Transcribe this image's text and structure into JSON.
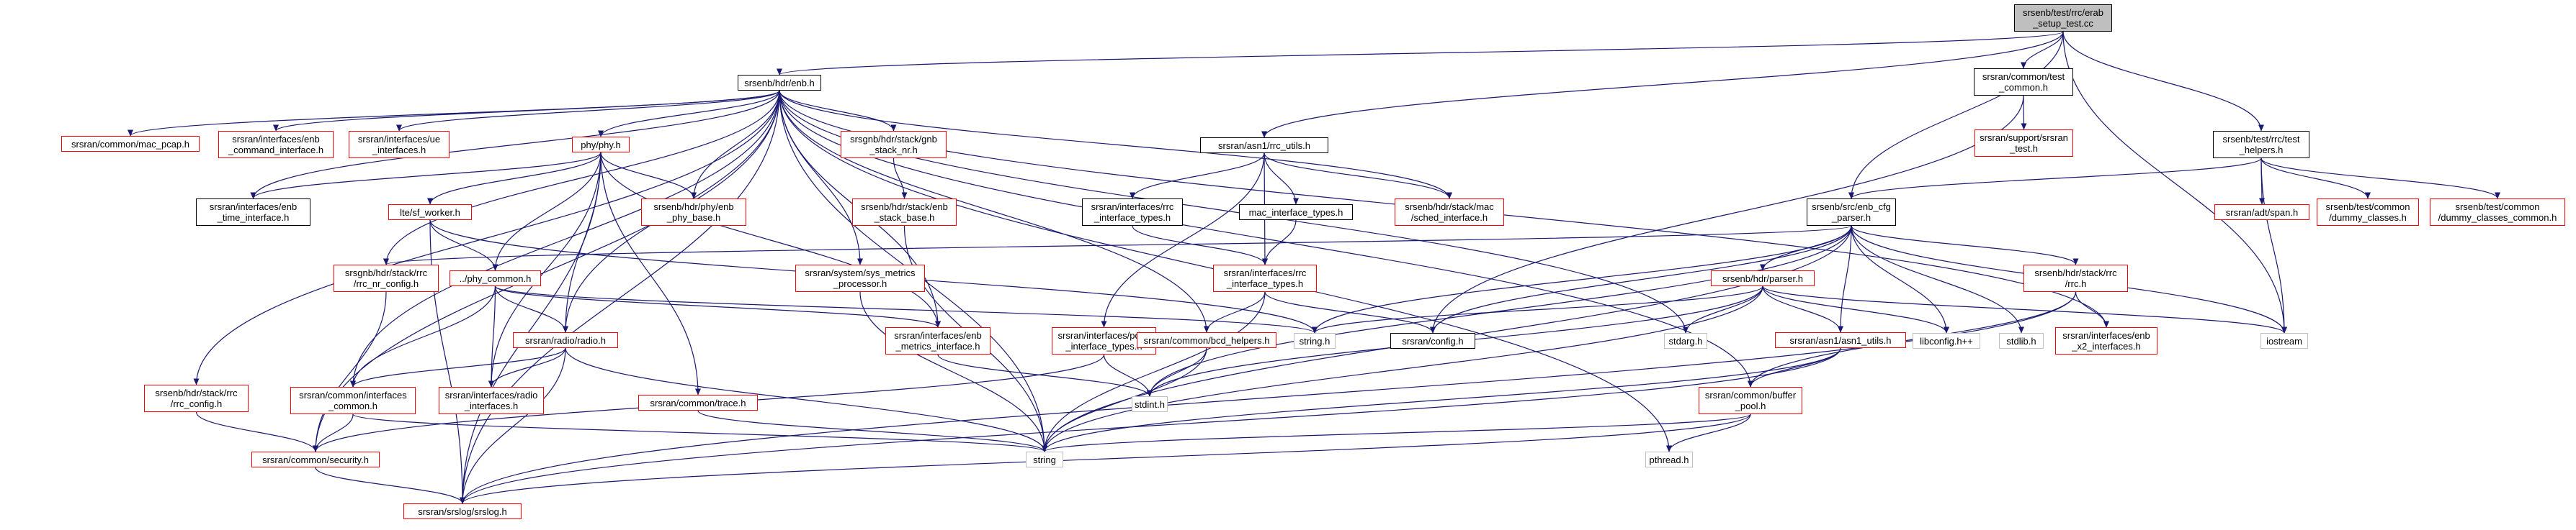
{
  "graph": {
    "colors": {
      "edge": "#191970",
      "border_linked": "#ff0000",
      "border_documented": "#000000",
      "border_system": "#bfbfbf",
      "root_fill": "#bfbfbf"
    },
    "nodes": [
      {
        "id": "root",
        "style": "root",
        "lines": [
          "srsenb/test/rrc/erab",
          "_setup_test.cc"
        ]
      },
      {
        "id": "enb",
        "style": "black",
        "lines": [
          "srsenb/hdr/enb.h"
        ]
      },
      {
        "id": "test_common",
        "style": "black",
        "lines": [
          "srsran/common/test",
          "_common.h"
        ]
      },
      {
        "id": "test_helpers",
        "style": "black",
        "lines": [
          "srsenb/test/rrc/test",
          "_helpers.h"
        ]
      },
      {
        "id": "mac_pcap",
        "style": "red",
        "lines": [
          "srsran/common/mac_pcap.h"
        ]
      },
      {
        "id": "enb_command",
        "style": "red",
        "lines": [
          "srsran/interfaces/enb",
          "_command_interface.h"
        ]
      },
      {
        "id": "ue_interfaces",
        "style": "red",
        "lines": [
          "srsran/interfaces/ue",
          "_interfaces.h"
        ]
      },
      {
        "id": "phy",
        "style": "red",
        "lines": [
          "phy/phy.h"
        ]
      },
      {
        "id": "gnb_stack_rr",
        "style": "red",
        "lines": [
          "srsgnb/hdr/stack/gnb",
          "_stack_nr.h"
        ]
      },
      {
        "id": "asn1_rrc_utils",
        "style": "black",
        "lines": [
          "srsran/asn1/rrc_utils.h"
        ]
      },
      {
        "id": "srsran_test",
        "style": "red",
        "lines": [
          "srsran/support/srsran",
          "_test.h"
        ]
      },
      {
        "id": "enb_time",
        "style": "black",
        "lines": [
          "srsran/interfaces/enb",
          "_time_interface.h"
        ]
      },
      {
        "id": "enb_phy_base",
        "style": "red",
        "lines": [
          "srsenb/hdr/phy/enb",
          "_phy_base.h"
        ]
      },
      {
        "id": "enb_stack_base",
        "style": "red",
        "lines": [
          "srsenb/hdr/stack/enb",
          "_stack_base.h"
        ]
      },
      {
        "id": "rrc_interface_types_if",
        "style": "black",
        "lines": [
          "srsran/interfaces/rrc",
          "_interface_types.h"
        ]
      },
      {
        "id": "mac_interface_types",
        "style": "black",
        "lines": [
          "mac_interface_types.h"
        ]
      },
      {
        "id": "sched_interface",
        "style": "red",
        "lines": [
          "srsenb/hdr/stack/mac",
          "/sched_interface.h"
        ]
      },
      {
        "id": "enb_cfg_parser",
        "style": "black",
        "lines": [
          "srsenb/src/enb_cfg",
          "_parser.h"
        ]
      },
      {
        "id": "adt_span",
        "style": "red",
        "lines": [
          "srsran/adt/span.h"
        ]
      },
      {
        "id": "dummy_classes",
        "style": "red",
        "lines": [
          "srsenb/test/common",
          "/dummy_classes.h"
        ]
      },
      {
        "id": "dummy_classes_common",
        "style": "red",
        "lines": [
          "srsenb/test/common",
          "/dummy_classes_common.h"
        ]
      },
      {
        "id": "sf_worker",
        "style": "red",
        "lines": [
          "lte/sf_worker.h"
        ]
      },
      {
        "id": "rrc_nr_config_gnb",
        "style": "red",
        "lines": [
          "srsgnb/hdr/stack/rrc",
          "/rrc_nr_config.h"
        ]
      },
      {
        "id": "phy_common",
        "style": "red",
        "lines": [
          "../phy_common.h"
        ]
      },
      {
        "id": "sys_metrics",
        "style": "red",
        "lines": [
          "srsran/system/sys_metrics",
          "_processor.h"
        ]
      },
      {
        "id": "rrc_interface_types",
        "style": "red",
        "lines": [
          "srsran/interfaces/rrc",
          "_interface_types.h"
        ]
      },
      {
        "id": "parser",
        "style": "red",
        "lines": [
          "srsenb/hdr/parser.h"
        ]
      },
      {
        "id": "rrc_h",
        "style": "red",
        "lines": [
          "srsenb/hdr/stack/rrc",
          "/rrc.h"
        ]
      },
      {
        "id": "radio",
        "style": "red",
        "lines": [
          "srsran/radio/radio.h"
        ]
      },
      {
        "id": "pdcp_interface_types",
        "style": "red",
        "lines": [
          "srsran/interfaces/pdcp",
          "_interface_types.h"
        ]
      },
      {
        "id": "enb_metrics",
        "style": "red",
        "lines": [
          "srsran/interfaces/enb",
          "_metrics_interface.h"
        ]
      },
      {
        "id": "string_h",
        "style": "gray",
        "lines": [
          "string.h"
        ]
      },
      {
        "id": "bcd_helpers",
        "style": "red",
        "lines": [
          "srsran/common/bcd_helpers.h"
        ]
      },
      {
        "id": "srsran_config",
        "style": "black",
        "lines": [
          "srsran/config.h"
        ]
      },
      {
        "id": "stdarg",
        "style": "gray",
        "lines": [
          "stdarg.h"
        ]
      },
      {
        "id": "asn1_utils",
        "style": "red",
        "lines": [
          "srsran/asn1/asn1_utils.h"
        ]
      },
      {
        "id": "libconfig",
        "style": "gray",
        "lines": [
          "libconfig.h++"
        ]
      },
      {
        "id": "stdlib",
        "style": "gray",
        "lines": [
          "stdlib.h"
        ]
      },
      {
        "id": "enb_x2",
        "style": "red",
        "lines": [
          "srsran/interfaces/enb",
          "_x2_interfaces.h"
        ]
      },
      {
        "id": "iostream",
        "style": "gray",
        "lines": [
          "iostream"
        ]
      },
      {
        "id": "rrc_config",
        "style": "red",
        "lines": [
          "srsenb/hdr/stack/rrc",
          "/rrc_config.h"
        ]
      },
      {
        "id": "common_interfaces",
        "style": "red",
        "lines": [
          "srsran/common/interfaces",
          "_common.h"
        ]
      },
      {
        "id": "radio_interfaces",
        "style": "red",
        "lines": [
          "srsran/interfaces/radio",
          "_interfaces.h"
        ]
      },
      {
        "id": "trace",
        "style": "red",
        "lines": [
          "srsran/common/trace.h"
        ]
      },
      {
        "id": "stdint",
        "style": "gray",
        "lines": [
          "stdint.h"
        ]
      },
      {
        "id": "buffer_pool",
        "style": "red",
        "lines": [
          "srsran/common/buffer",
          "_pool.h"
        ]
      },
      {
        "id": "security",
        "style": "red",
        "lines": [
          "srsran/common/security.h"
        ]
      },
      {
        "id": "string",
        "style": "gray",
        "lines": [
          "string"
        ]
      },
      {
        "id": "pthread",
        "style": "gray",
        "lines": [
          "pthread.h"
        ]
      },
      {
        "id": "srslog",
        "style": "red",
        "lines": [
          "srsran/srslog/srslog.h"
        ]
      }
    ],
    "edges": [
      [
        "root",
        "enb"
      ],
      [
        "root",
        "test_common"
      ],
      [
        "root",
        "test_helpers"
      ],
      [
        "root",
        "enb_cfg_parser"
      ],
      [
        "root",
        "asn1_rrc_utils"
      ],
      [
        "root",
        "iostream"
      ],
      [
        "enb",
        "mac_pcap"
      ],
      [
        "enb",
        "enb_command"
      ],
      [
        "enb",
        "ue_interfaces"
      ],
      [
        "enb",
        "phy"
      ],
      [
        "enb",
        "gnb_stack_rr"
      ],
      [
        "enb",
        "enb_time"
      ],
      [
        "enb",
        "enb_phy_base"
      ],
      [
        "enb",
        "sched_interface"
      ],
      [
        "enb",
        "rrc_nr_config_gnb"
      ],
      [
        "enb",
        "sys_metrics"
      ],
      [
        "enb",
        "enb_metrics"
      ],
      [
        "enb",
        "radio"
      ],
      [
        "enb",
        "bcd_helpers"
      ],
      [
        "enb",
        "stdarg"
      ],
      [
        "enb",
        "enb_x2"
      ],
      [
        "enb",
        "rrc_config"
      ],
      [
        "enb",
        "common_interfaces"
      ],
      [
        "enb",
        "security"
      ],
      [
        "enb",
        "string"
      ],
      [
        "enb",
        "buffer_pool"
      ],
      [
        "enb",
        "pthread"
      ],
      [
        "enb",
        "srslog"
      ],
      [
        "test_common",
        "srsran_test"
      ],
      [
        "test_common",
        "srsran_config"
      ],
      [
        "test_helpers",
        "enb_cfg_parser"
      ],
      [
        "test_helpers",
        "adt_span"
      ],
      [
        "test_helpers",
        "dummy_classes"
      ],
      [
        "test_helpers",
        "dummy_classes_common"
      ],
      [
        "test_helpers",
        "iostream"
      ],
      [
        "phy",
        "enb_time"
      ],
      [
        "phy",
        "enb_phy_base"
      ],
      [
        "phy",
        "sf_worker"
      ],
      [
        "phy",
        "phy_common"
      ],
      [
        "phy",
        "radio"
      ],
      [
        "phy",
        "trace"
      ],
      [
        "phy",
        "enb_metrics"
      ],
      [
        "phy",
        "radio_interfaces"
      ],
      [
        "phy",
        "srslog"
      ],
      [
        "gnb_stack_rr",
        "enb_stack_base"
      ],
      [
        "enb_stack_base",
        "string"
      ],
      [
        "asn1_rrc_utils",
        "rrc_interface_types_if"
      ],
      [
        "asn1_rrc_utils",
        "mac_interface_types"
      ],
      [
        "asn1_rrc_utils",
        "sched_interface"
      ],
      [
        "asn1_rrc_utils",
        "rrc_interface_types"
      ],
      [
        "asn1_rrc_utils",
        "pdcp_interface_types"
      ],
      [
        "rrc_interface_types_if",
        "rrc_interface_types"
      ],
      [
        "mac_interface_types",
        "rrc_interface_types"
      ],
      [
        "enb_cfg_parser",
        "parser"
      ],
      [
        "enb_cfg_parser",
        "rrc_h"
      ],
      [
        "enb_cfg_parser",
        "asn1_utils"
      ],
      [
        "enb_cfg_parser",
        "libconfig"
      ],
      [
        "enb_cfg_parser",
        "stdlib"
      ],
      [
        "enb_cfg_parser",
        "string_h"
      ],
      [
        "enb_cfg_parser",
        "stdint"
      ],
      [
        "enb_cfg_parser",
        "string"
      ],
      [
        "enb_cfg_parser",
        "iostream"
      ],
      [
        "enb_cfg_parser",
        "rrc_nr_config_gnb"
      ],
      [
        "enb_cfg_parser",
        "srsran_config"
      ],
      [
        "sf_worker",
        "phy_common"
      ],
      [
        "sf_worker",
        "string_h"
      ],
      [
        "sf_worker",
        "srslog"
      ],
      [
        "rrc_nr_config_gnb",
        "security"
      ],
      [
        "phy_common",
        "radio"
      ],
      [
        "phy_common",
        "enb_metrics"
      ],
      [
        "phy_common",
        "common_interfaces"
      ],
      [
        "phy_common",
        "radio_interfaces"
      ],
      [
        "phy_common",
        "string_h"
      ],
      [
        "sys_metrics",
        "string"
      ],
      [
        "rrc_interface_types",
        "bcd_helpers"
      ],
      [
        "rrc_interface_types",
        "srsran_config"
      ],
      [
        "rrc_interface_types",
        "string"
      ],
      [
        "parser",
        "stdarg"
      ],
      [
        "parser",
        "string_h"
      ],
      [
        "parser",
        "asn1_utils"
      ],
      [
        "parser",
        "libconfig"
      ],
      [
        "parser",
        "iostream"
      ],
      [
        "parser",
        "stdint"
      ],
      [
        "parser",
        "string"
      ],
      [
        "rrc_h",
        "enb_x2"
      ],
      [
        "rrc_h",
        "buffer_pool"
      ],
      [
        "rrc_h",
        "srslog"
      ],
      [
        "radio",
        "common_interfaces"
      ],
      [
        "radio",
        "radio_interfaces"
      ],
      [
        "radio",
        "string"
      ],
      [
        "radio",
        "srslog"
      ],
      [
        "pdcp_interface_types",
        "stdint"
      ],
      [
        "pdcp_interface_types",
        "security"
      ],
      [
        "enb_metrics",
        "stdint"
      ],
      [
        "bcd_helpers",
        "stdint"
      ],
      [
        "bcd_helpers",
        "string"
      ],
      [
        "asn1_utils",
        "buffer_pool"
      ],
      [
        "asn1_utils",
        "string"
      ],
      [
        "asn1_utils",
        "srslog"
      ],
      [
        "rrc_config",
        "security"
      ],
      [
        "common_interfaces",
        "security"
      ],
      [
        "common_interfaces",
        "string"
      ],
      [
        "trace",
        "string"
      ],
      [
        "buffer_pool",
        "pthread"
      ],
      [
        "buffer_pool",
        "string"
      ],
      [
        "buffer_pool",
        "srslog"
      ],
      [
        "security",
        "srslog"
      ]
    ]
  }
}
